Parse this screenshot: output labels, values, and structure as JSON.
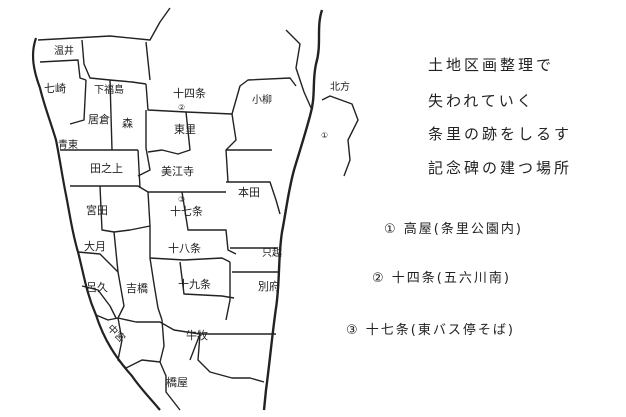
{
  "title_lines": [
    "土地区画整理で",
    "失われていく",
    "条里の跡をしるす",
    "記念碑の建つ場所"
  ],
  "sites": [
    {
      "num": "①",
      "text": "高屋(条里公園内)"
    },
    {
      "num": "②",
      "text": "十四条(五六川南)"
    },
    {
      "num": "③",
      "text": "十七条(東バス停そば)"
    }
  ],
  "marker_labels": {
    "m1": "①",
    "m2": "②",
    "m3": "③"
  },
  "districts": {
    "onsen": "温井",
    "shichizaki": "七崎",
    "shimoshigeru": "下福島",
    "jushijo": "十四条",
    "komayanagi": "小柳",
    "kitagata": "北方",
    "kokura": "居倉",
    "mori": "森",
    "higashisato": "東里",
    "aoto": "青東",
    "tanoue": "田之上",
    "mieji": "美江寺",
    "honden": "本田",
    "miyata": "宮田",
    "jushichijo": "十七条",
    "ozuki": "大月",
    "juhachijo": "十八条",
    "kaigoe": "只越",
    "ho": "呂久",
    "yoshibashi": "吉橋",
    "jukujo": "十九条",
    "beppu": "別府",
    "nakamiya": "中宮",
    "ushimaki": "牛牧",
    "hashiya": "橋屋"
  }
}
